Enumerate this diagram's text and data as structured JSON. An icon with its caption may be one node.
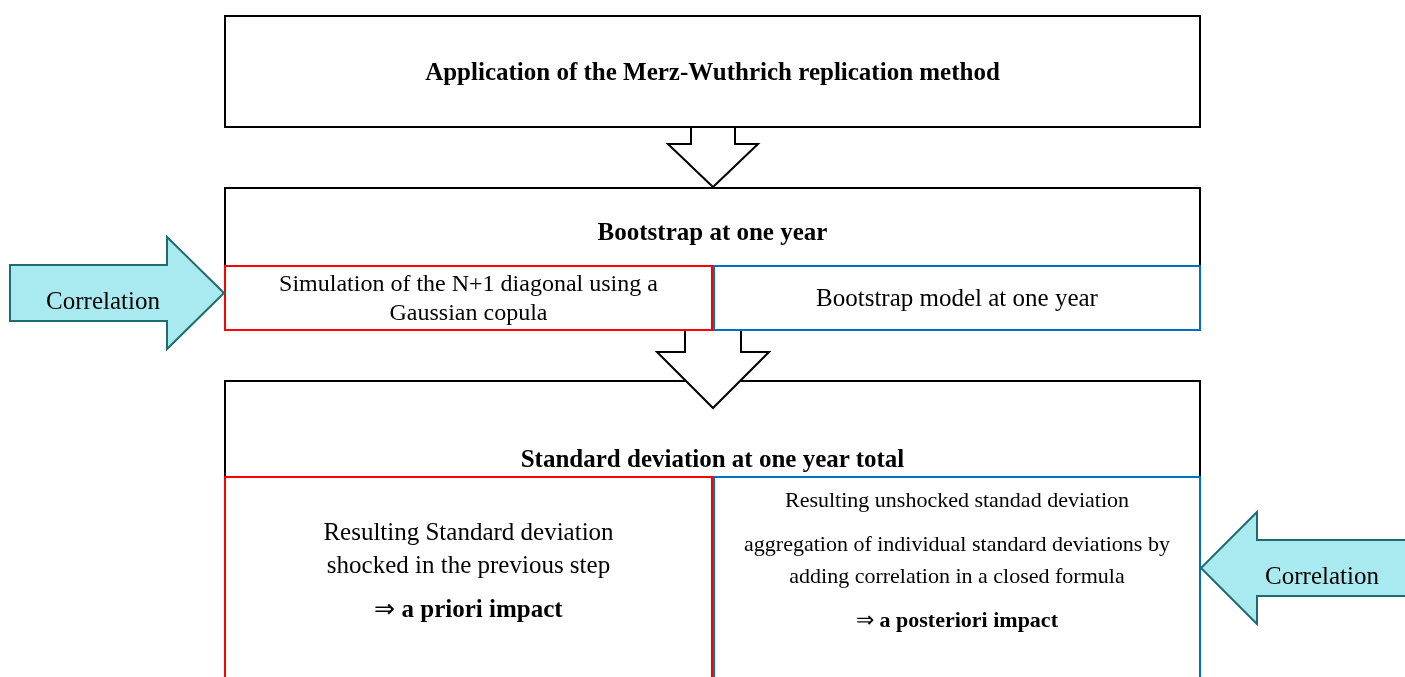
{
  "diagram": {
    "nodes": [
      {
        "text": [
          "Application of the Merz-Wuthrich replication method"
        ]
      },
      {
        "text": [
          "Bootstrap at one year"
        ]
      },
      {
        "text": [
          "Simulation of the N+1 diagonal using a Gaussian copula"
        ],
        "in": 1
      },
      {
        "text": [
          "Bootstrap model at one year"
        ],
        "in": 1
      },
      {
        "text": [
          "Standard deviation at one year total"
        ]
      },
      {
        "text": [
          "Resulting Standard deviation shocked in the previous step",
          "⇒ **a priori impact**"
        ],
        "in": 4
      },
      {
        "text": [
          "Resulting unshocked standad deviation",
          "aggregation of individual standard deviations by adding correlation in a closed formula",
          "⇒ **a posteriori impact**"
        ],
        "in": 4
      }
    ],
    "edges": [
      {
        "from": 0,
        "to": 1,
        "arrow": "to"
      },
      {
        "from": 1,
        "to": 4,
        "arrow": "to"
      },
      {
        "from": null,
        "to": 2,
        "arrow": "to",
        "label": "Correlation",
        "color": "#1f6b6f"
      },
      {
        "from": null,
        "to": 6,
        "arrow": "to",
        "label": "Correlation",
        "color": "#1f6b6f"
      }
    ]
  }
}
